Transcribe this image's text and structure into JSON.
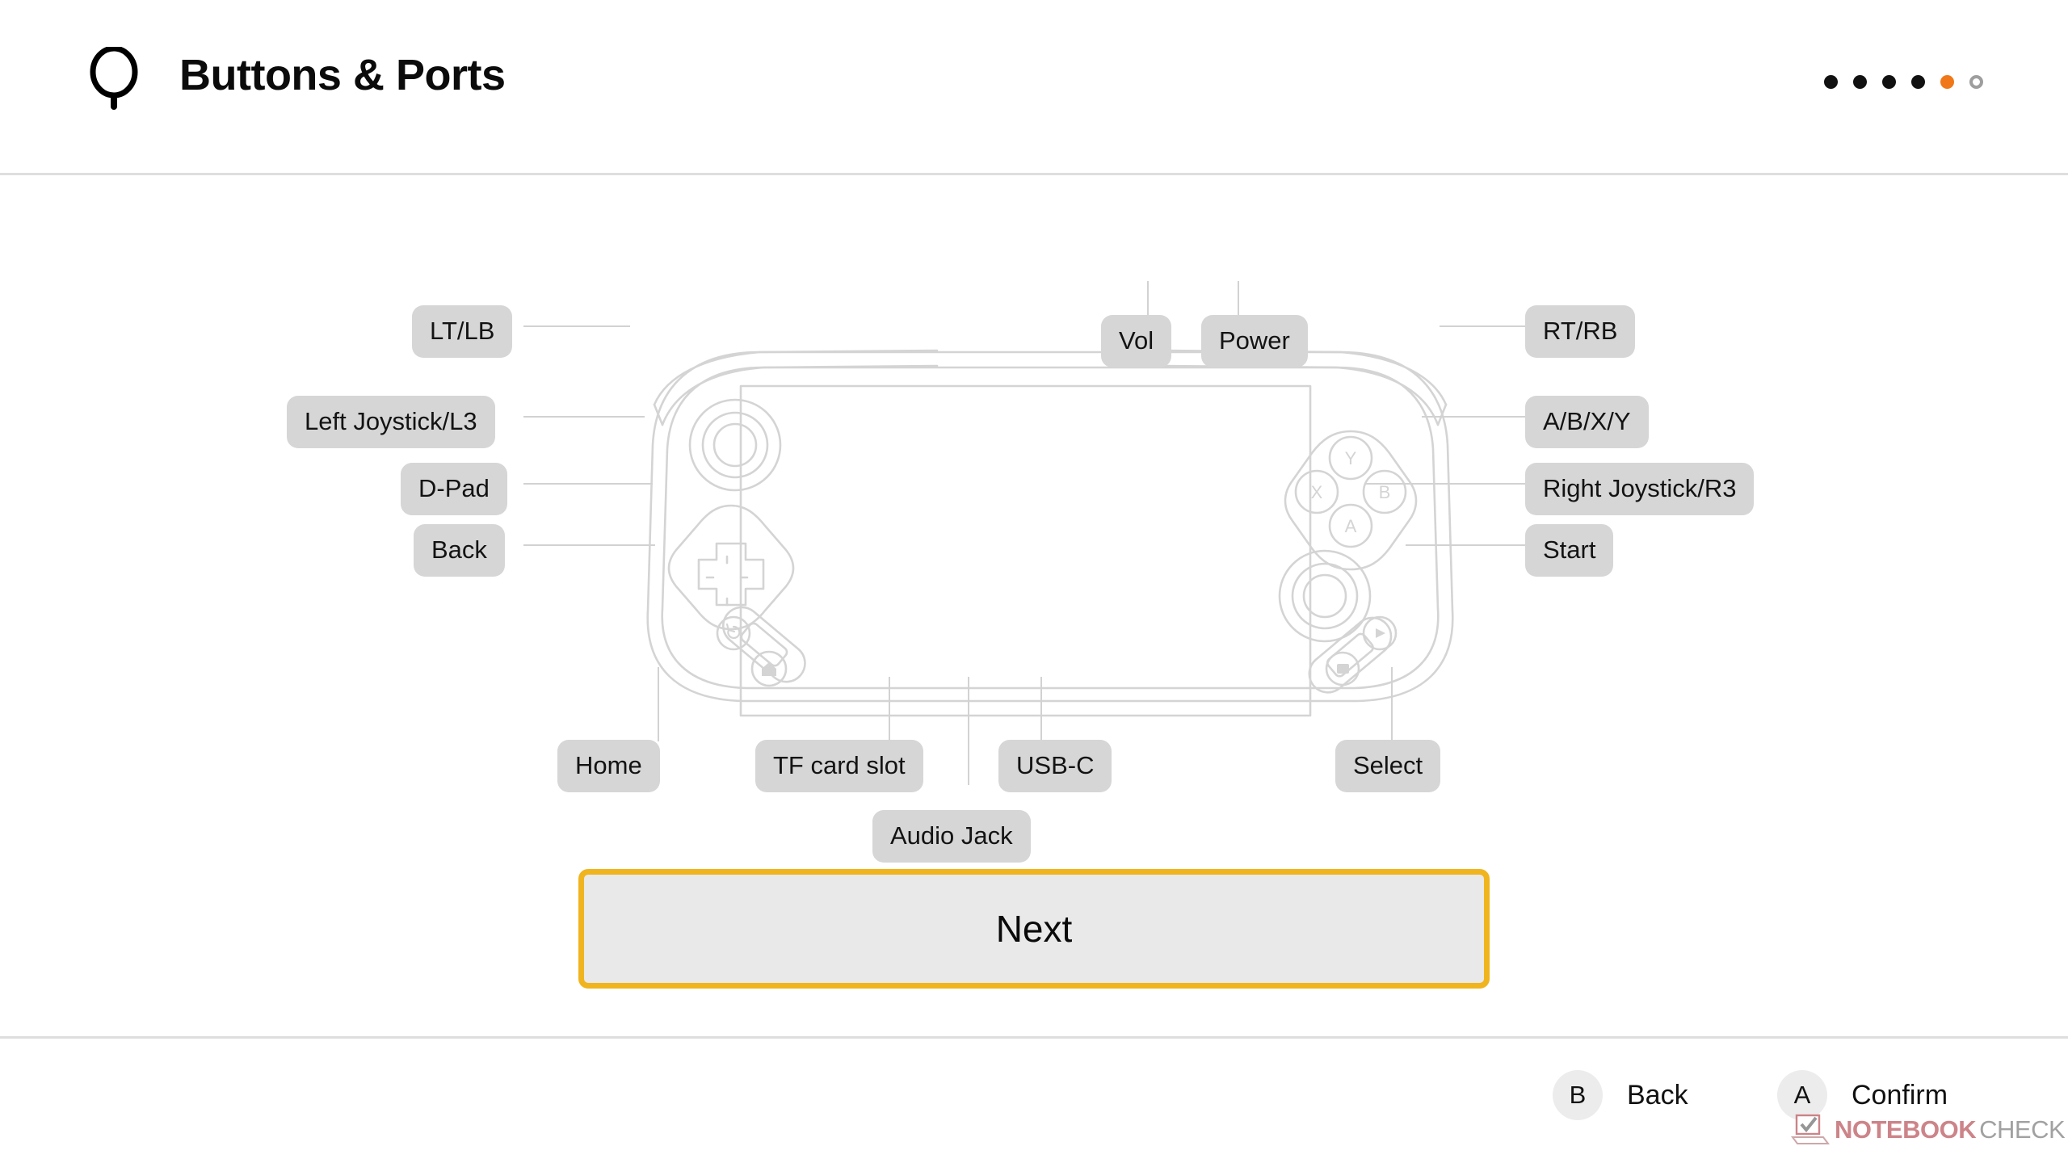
{
  "header": {
    "title": "Buttons & Ports",
    "icon": "lollipop-icon",
    "dots": [
      {
        "state": "filled"
      },
      {
        "state": "filled"
      },
      {
        "state": "filled"
      },
      {
        "state": "filled"
      },
      {
        "state": "active"
      },
      {
        "state": "empty"
      }
    ],
    "active_index": 5,
    "total_pages": 6,
    "accent_color": "#F07818"
  },
  "diagram": {
    "device": "handheld-game-console",
    "labels": {
      "vol": "Vol",
      "power": "Power",
      "lt_lb": "LT/LB",
      "left_joystick": "Left Joystick/L3",
      "dpad": "D-Pad",
      "back": "Back",
      "rt_rb": "RT/RB",
      "abxy": "A/B/X/Y",
      "right_joystick": "Right Joystick/R3",
      "start": "Start",
      "home": "Home",
      "tf_card": "TF card slot",
      "usb_c": "USB-C",
      "audio_jack": "Audio Jack",
      "select": "Select"
    },
    "face_buttons": {
      "top": "Y",
      "left": "X",
      "right": "B",
      "bottom": "A"
    },
    "chip_color": "#d6d6d6",
    "outline_color": "#d2d2d2"
  },
  "action": {
    "next_label": "Next",
    "border_color": "#F0B41F",
    "fill_color": "#e9e9e9"
  },
  "footer": {
    "back": {
      "badge": "B",
      "label": "Back"
    },
    "confirm": {
      "badge": "A",
      "label": "Confirm"
    }
  },
  "watermark": {
    "part_a": "NOTEBOOK",
    "part_b": "CHECK"
  }
}
